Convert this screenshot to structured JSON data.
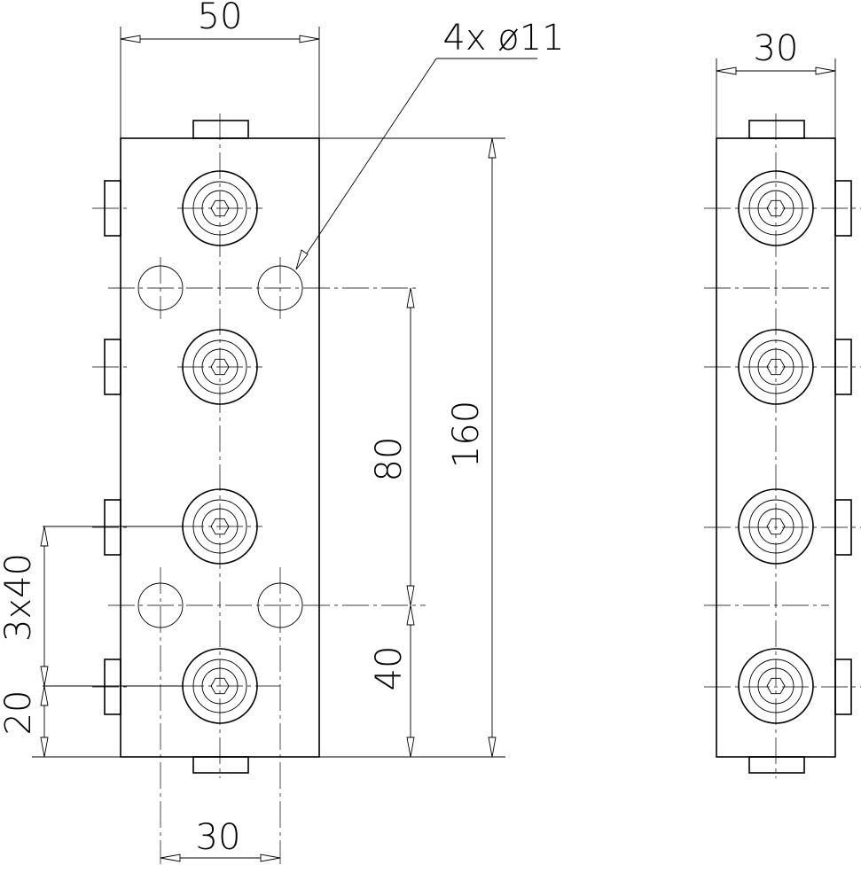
{
  "dimensions": {
    "top_width": "50",
    "hole_callout": "4x ø11",
    "height_total": "160",
    "hole_spacing_vertical": "80",
    "hole_offset_bottom": "40",
    "port_pitch": "3x40",
    "port_offset_bottom": "20",
    "hole_spacing_horizontal": "30",
    "side_width": "30"
  }
}
